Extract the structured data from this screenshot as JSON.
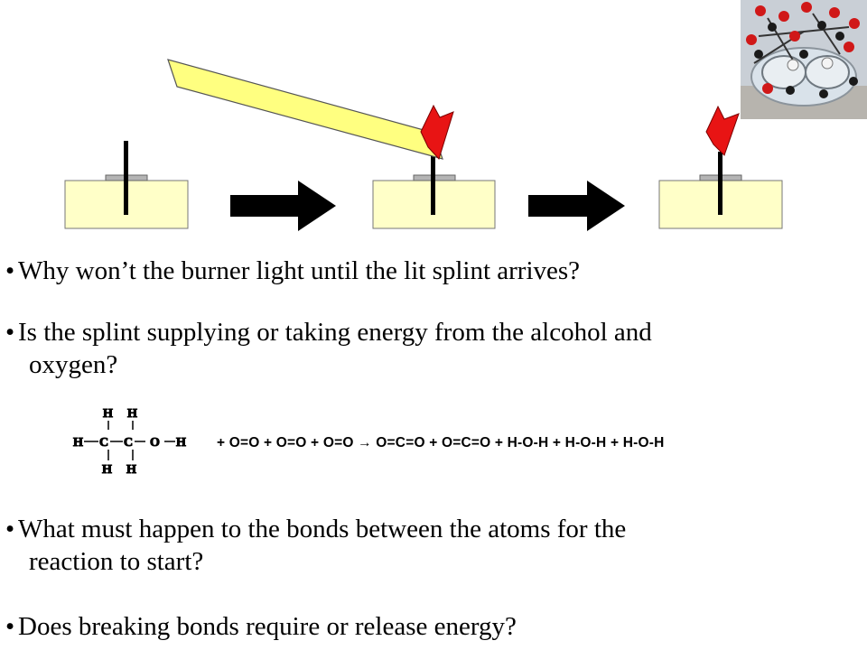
{
  "questions": {
    "q1": "Why won’t the burner light until the lit splint arrives?",
    "q2_line1": "Is the splint supplying or taking energy from the alcohol and",
    "q2_line2": "oxygen?",
    "q3_line1": "What must happen to the bonds between the atoms for the",
    "q3_line2": "reaction to start?",
    "q4": "Does breaking bonds require or release energy?"
  },
  "bullet_symbol": "•",
  "equation": {
    "text": "+ O=O + O=O + O=O  → O=C=O + O=C=O + H-O-H + H-O-H + H-O-H"
  },
  "structure": {
    "atoms": {
      "h": "H",
      "c": "C",
      "o": "O"
    },
    "description_labels": [
      "H",
      "H",
      "H",
      "C",
      "C",
      "O",
      "H",
      "H",
      "H"
    ]
  },
  "colors": {
    "burner_body": "#ffffc8",
    "wick": "#000000",
    "cap": "#b4b4b4",
    "splint": "#ffff80",
    "flame": "#e81414",
    "arrow": "#000000"
  },
  "icons": [
    "burner-icon",
    "arrow-right-icon",
    "lit-splint-icon",
    "flame-icon",
    "molecule-photo"
  ]
}
